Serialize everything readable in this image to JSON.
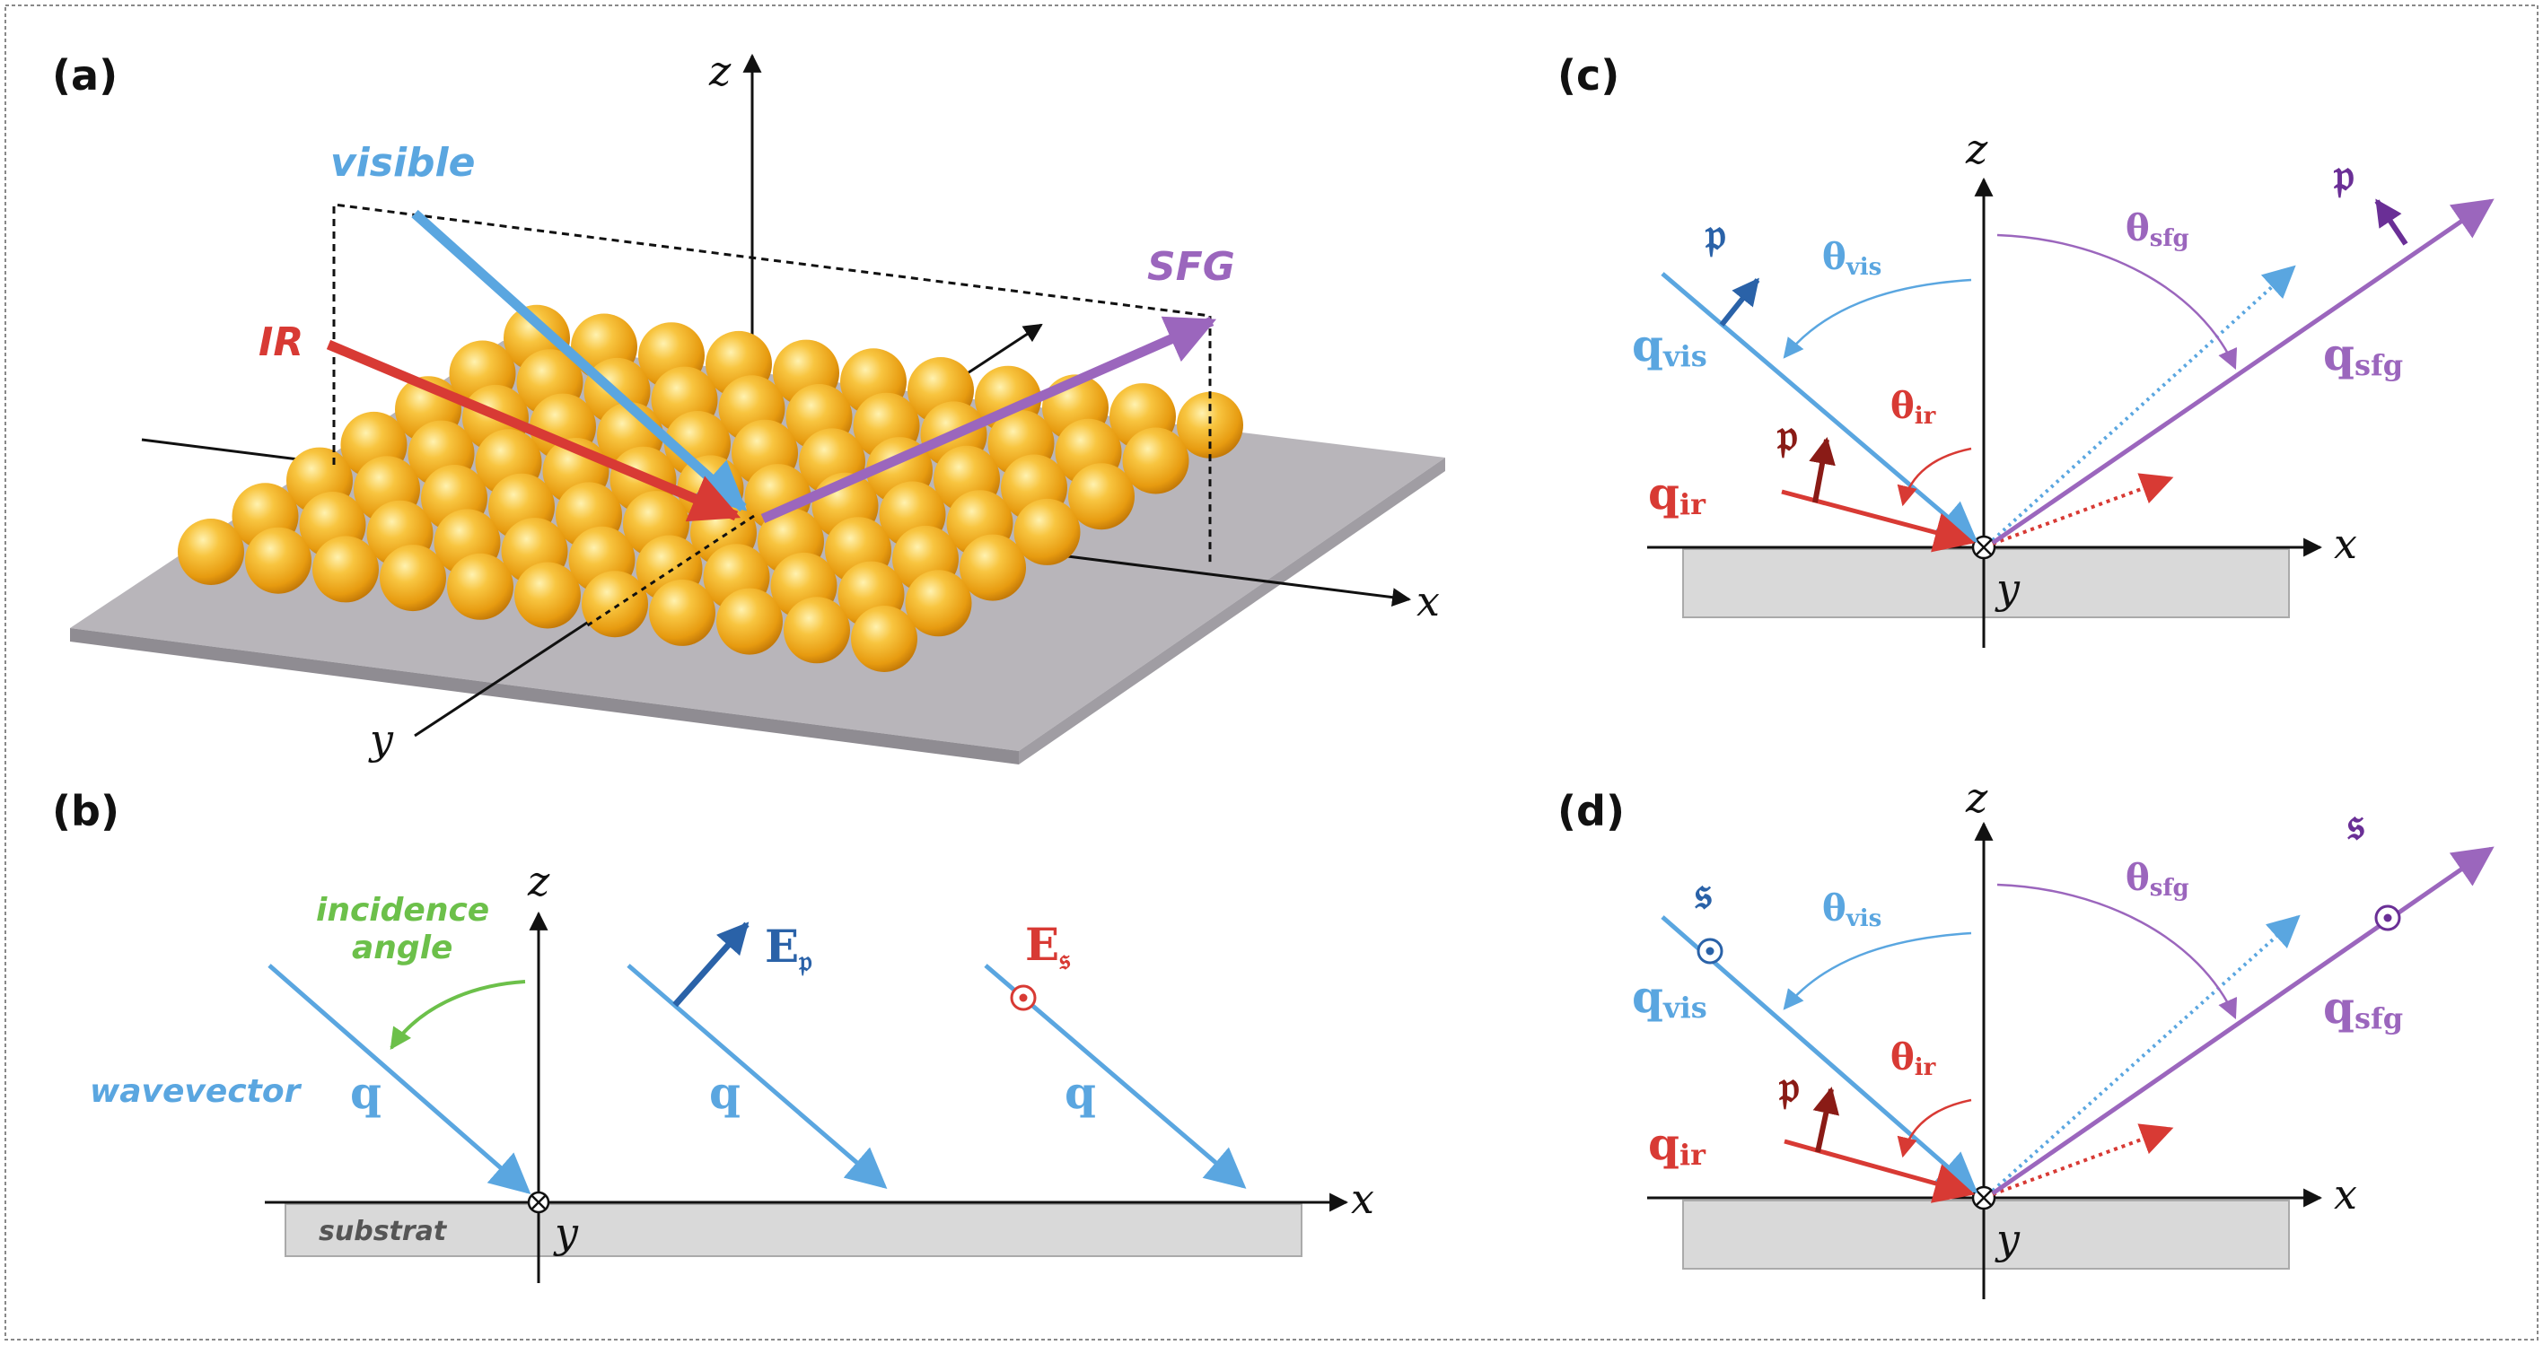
{
  "panels": {
    "a": {
      "label": "(a)",
      "axes": {
        "x": "x",
        "y": "y",
        "z": "z"
      },
      "beams": {
        "visible": "visible",
        "ir": "IR",
        "sfg": "SFG"
      }
    },
    "b": {
      "label": "(b)",
      "axes": {
        "x": "x",
        "y": "y",
        "z": "z"
      },
      "incidence_line1": "incidence",
      "incidence_line2": "angle",
      "wavevector": "wavevector",
      "q1": "q",
      "q2": "q",
      "q3": "q",
      "ep_main": "E",
      "ep_sub": "𝔭",
      "es_main": "E",
      "es_sub": "𝔰",
      "substrate": "substrat"
    },
    "c": {
      "label": "(c)",
      "axes": {
        "x": "x",
        "y": "y",
        "z": "z"
      },
      "q_vis": {
        "main": "q",
        "sub": "vis"
      },
      "q_ir": {
        "main": "q",
        "sub": "ir"
      },
      "q_sfg": {
        "main": "q",
        "sub": "sfg"
      },
      "theta_vis": {
        "main": "θ",
        "sub": "vis"
      },
      "theta_ir": {
        "main": "θ",
        "sub": "ir"
      },
      "theta_sfg": {
        "main": "θ",
        "sub": "sfg"
      },
      "pol_vis": "𝔭",
      "pol_ir": "𝔭",
      "pol_sfg": "𝔭"
    },
    "d": {
      "label": "(d)",
      "axes": {
        "x": "x",
        "y": "y",
        "z": "z"
      },
      "q_vis": {
        "main": "q",
        "sub": "vis"
      },
      "q_ir": {
        "main": "q",
        "sub": "ir"
      },
      "q_sfg": {
        "main": "q",
        "sub": "sfg"
      },
      "theta_vis": {
        "main": "θ",
        "sub": "vis"
      },
      "theta_ir": {
        "main": "θ",
        "sub": "ir"
      },
      "theta_sfg": {
        "main": "θ",
        "sub": "sfg"
      },
      "pol_vis": "𝔰",
      "pol_ir": "𝔭",
      "pol_sfg": "𝔰"
    }
  },
  "colors": {
    "visible": "#5aa6e0",
    "ir": "#d83a34",
    "sfg": "#9b66bd",
    "incidence": "#6cc04a",
    "substrate_fill": "#d9d9d9",
    "nanoparticle": "#f5b51e",
    "pol_dark_blue": "#2a62a8",
    "pol_dark_red": "#8a1b16",
    "pol_dark_purple": "#6a2f96"
  }
}
